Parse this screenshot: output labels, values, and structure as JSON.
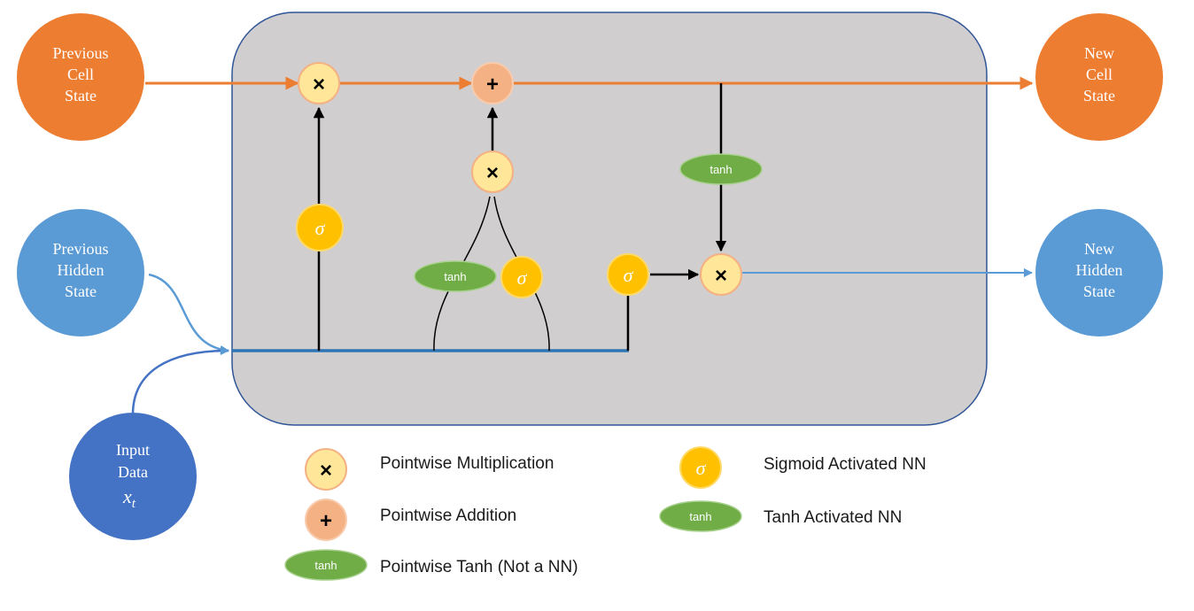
{
  "colors": {
    "cell_state": "#ED7D31",
    "hidden_state": "#5B9BD5",
    "input": "#4472C4",
    "cell_body": "#D0CECE",
    "cell_border": "#2F5597",
    "pointwise_fill": "#FFE699",
    "pointwise_border": "#F4B183",
    "addition_fill": "#F4B183",
    "sigmoid_fill": "#FFC000",
    "tanh_fill": "#70AD47"
  },
  "nodes": {
    "previous_cell_state": [
      "Previous",
      "Cell",
      "State"
    ],
    "new_cell_state": [
      "New",
      "Cell",
      "State"
    ],
    "previous_hidden_state": [
      "Previous",
      "Hidden",
      "State"
    ],
    "new_hidden_state": [
      "New",
      "Hidden",
      "State"
    ],
    "input_data": [
      "Input",
      "Data"
    ],
    "input_symbol": "x",
    "input_subscript": "t"
  },
  "ops": {
    "multiply": "×",
    "add": "+",
    "sigma": "σ",
    "tanh": "tanh"
  },
  "legend": {
    "pointwise_multiplication": "Pointwise Multiplication",
    "pointwise_addition": "Pointwise Addition",
    "pointwise_tanh": "Pointwise Tanh (Not a NN)",
    "sigmoid_nn": "Sigmoid Activated NN",
    "tanh_nn": "Tanh Activated NN"
  }
}
